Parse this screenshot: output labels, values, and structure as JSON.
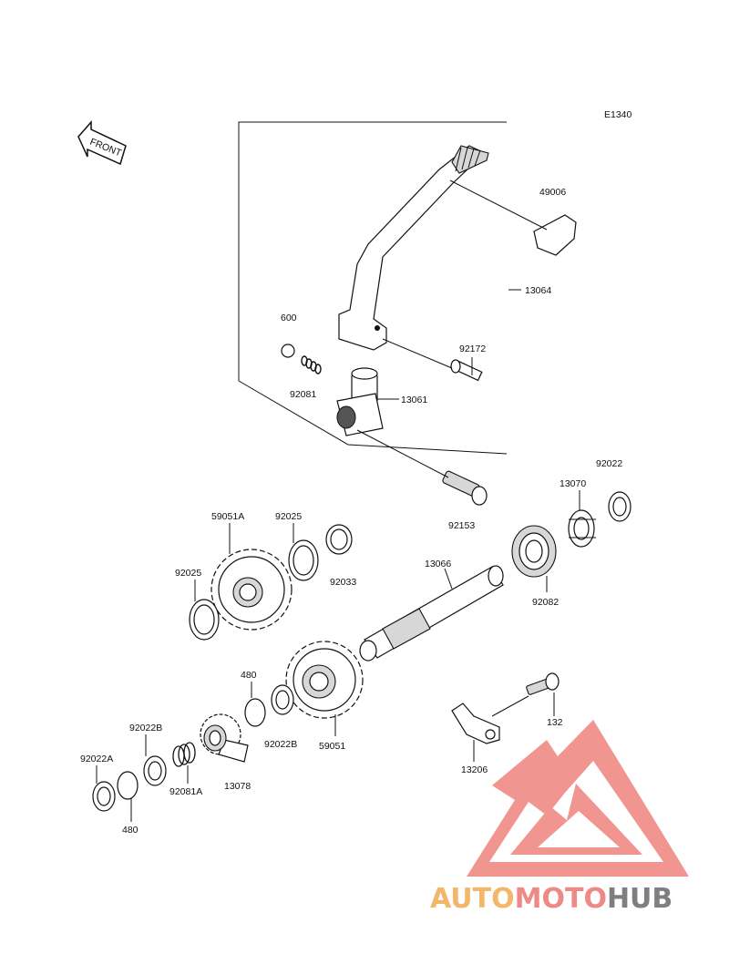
{
  "diagram_code": "E1340",
  "front_label": "FRONT",
  "parts": {
    "p49006": "49006",
    "p13064": "13064",
    "p600": "600",
    "p92172": "92172",
    "p92081": "92081",
    "p13061": "13061",
    "p92153": "92153",
    "p92022_top": "92022",
    "p13070": "13070",
    "p59051A": "59051A",
    "p92025_top": "92025",
    "p92033": "92033",
    "p92025_left": "92025",
    "p13066": "13066",
    "p92082": "92082",
    "p480_mid": "480",
    "p92022B_mid": "92022B",
    "p59051": "59051",
    "p92022B_left": "92022B",
    "p132": "132",
    "p13206": "13206",
    "p92022A": "92022A",
    "p92081A": "92081A",
    "p13078": "13078",
    "p480_bottom": "480"
  },
  "watermark": {
    "part1": "AUTO",
    "part2": "MOTO",
    "part3": "HUB",
    "colors": {
      "auto": "#f2b76a",
      "moto": "#ee8a86",
      "hub": "#7f7f7f",
      "logo": "#f08a84"
    }
  }
}
